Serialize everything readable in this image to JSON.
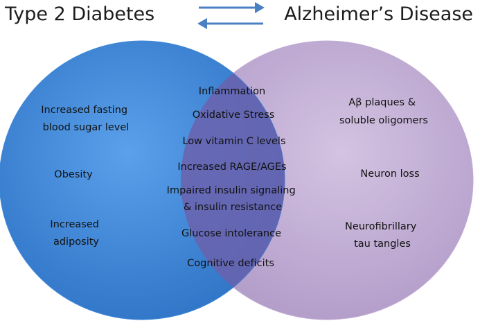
{
  "titles": {
    "left": "Type 2 Diabetes",
    "right": "Alzheimer’s Disease"
  },
  "arrows": {
    "icon": "bidirectional-arrows",
    "color": "#4a7fc1"
  },
  "colors": {
    "left_circle": "#3f88d8",
    "right_circle": "#c2abd4",
    "overlap": "#6b62ad"
  },
  "left_items": [
    [
      "Increased fasting",
      "blood sugar level"
    ],
    [
      "Obesity"
    ],
    [
      "Increased",
      "adiposity"
    ]
  ],
  "shared_items": [
    [
      "Inflammation"
    ],
    [
      "Oxidative Stress"
    ],
    [
      "Low vitamin C levels"
    ],
    [
      "Increased RAGE/AGEs"
    ],
    [
      "Impaired insulin signaling",
      "& insulin resistance"
    ],
    [
      "Glucose intolerance"
    ],
    [
      "Cognitive deficits"
    ]
  ],
  "right_items": [
    [
      "Aβ plaques &",
      "soluble oligomers"
    ],
    [
      "Neuron loss"
    ],
    [
      "Neurofibrillary",
      "tau tangles"
    ]
  ]
}
